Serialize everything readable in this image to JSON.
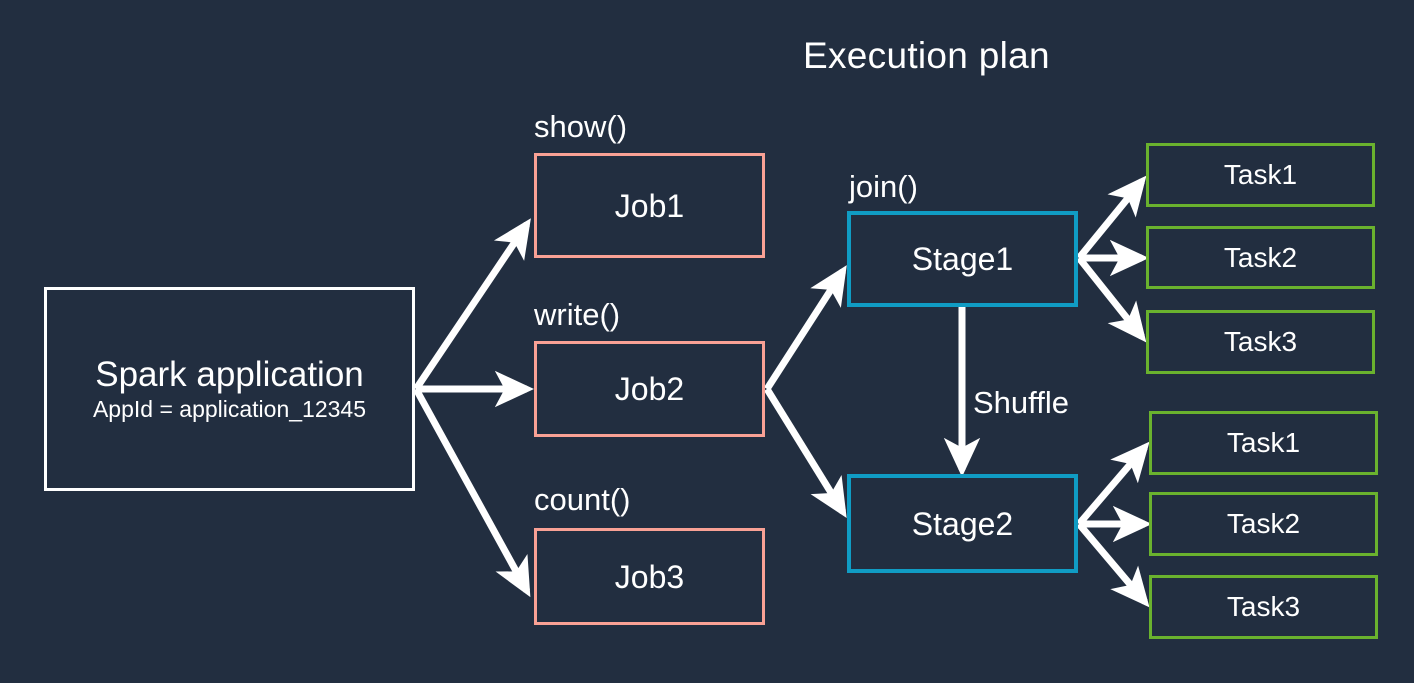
{
  "diagram": {
    "title": "Execution plan",
    "background_color": "#222e40",
    "colors": {
      "app_border": "#ffffff",
      "job_border": "#f9a195",
      "stage_border": "#109cc4",
      "task_border": "#6ab22e",
      "arrow": "#ffffff",
      "text": "#ffffff"
    },
    "application": {
      "title": "Spark application",
      "subtitle": "AppId = application_12345"
    },
    "jobs": [
      {
        "caption": "show()",
        "label": "Job1"
      },
      {
        "caption": "write()",
        "label": "Job2"
      },
      {
        "caption": "count()",
        "label": "Job3"
      }
    ],
    "stages": [
      {
        "caption": "join()",
        "label": "Stage1"
      },
      {
        "caption": "",
        "label": "Stage2"
      }
    ],
    "shuffle_label": "Shuffle",
    "stage1_tasks": [
      {
        "label": "Task1"
      },
      {
        "label": "Task2"
      },
      {
        "label": "Task3"
      }
    ],
    "stage2_tasks": [
      {
        "label": "Task1"
      },
      {
        "label": "Task2"
      },
      {
        "label": "Task3"
      }
    ]
  }
}
